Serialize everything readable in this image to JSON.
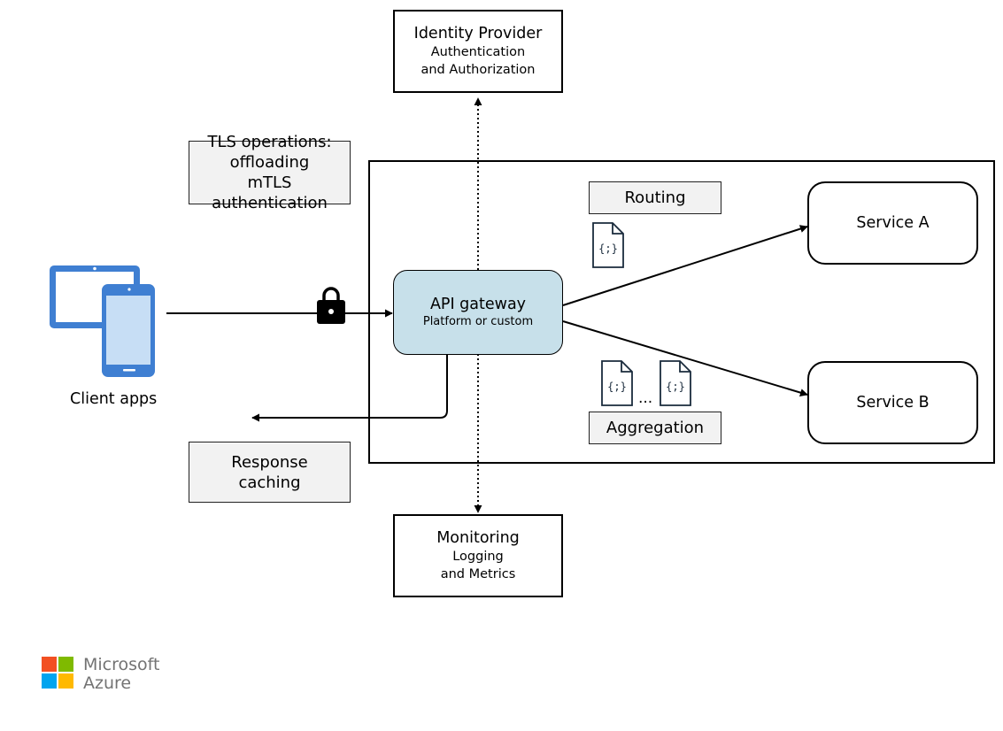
{
  "identity": {
    "title": "Identity Provider",
    "line1": "Authentication",
    "line2": "and Authorization"
  },
  "tls": {
    "line1": "TLS operations:",
    "line2": "offloading",
    "line3": "mTLS authentication"
  },
  "routing": {
    "label": "Routing"
  },
  "service_a": {
    "label": "Service A"
  },
  "service_b": {
    "label": "Service B"
  },
  "gateway": {
    "title": "API gateway",
    "subtitle": "Platform or custom"
  },
  "client": {
    "label": "Client apps"
  },
  "aggregation": {
    "label": "Aggregation",
    "ellipsis": "..."
  },
  "response": {
    "line1": "Response",
    "line2": "caching"
  },
  "monitoring": {
    "title": "Monitoring",
    "line1": "Logging",
    "line2": "and Metrics"
  },
  "file_icon_text": "{;}",
  "logo": {
    "line1": "Microsoft",
    "line2": "Azure"
  },
  "colors": {
    "gateway_fill": "#c7e0ea",
    "gray_box": "#f2f2f2",
    "device_blue": "#3f7fd2",
    "phone_screen": "#c7def5",
    "ms_red": "#f25022",
    "ms_green": "#7fba00",
    "ms_blue": "#00a4ef",
    "ms_yellow": "#ffb900"
  }
}
